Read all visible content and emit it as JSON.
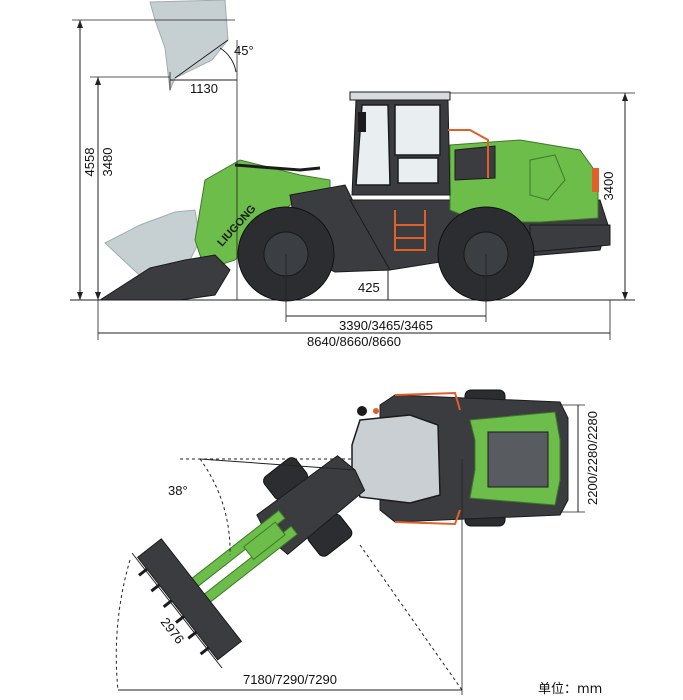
{
  "brand": "LIUGONG",
  "side_view": {
    "angle_label": "45°",
    "dim_reach": "1130",
    "dim_max_height": "4558",
    "dim_dump_height": "3480",
    "dim_cab_height": "3400",
    "dim_ground_clearance": "425",
    "dim_wheelbase": "3390/3465/3465",
    "dim_length": "8640/8660/8660"
  },
  "top_view": {
    "articulation_angle": "38°",
    "dim_bucket_width": "2976",
    "dim_width": "2200/2280/2280",
    "dim_turning_radius": "7180/7290/7290"
  },
  "unit_label": "单位：mm",
  "colors": {
    "body_green": "#6dbd4a",
    "frame_dark": "#3a3c40",
    "accent_orange": "#e0602a"
  }
}
